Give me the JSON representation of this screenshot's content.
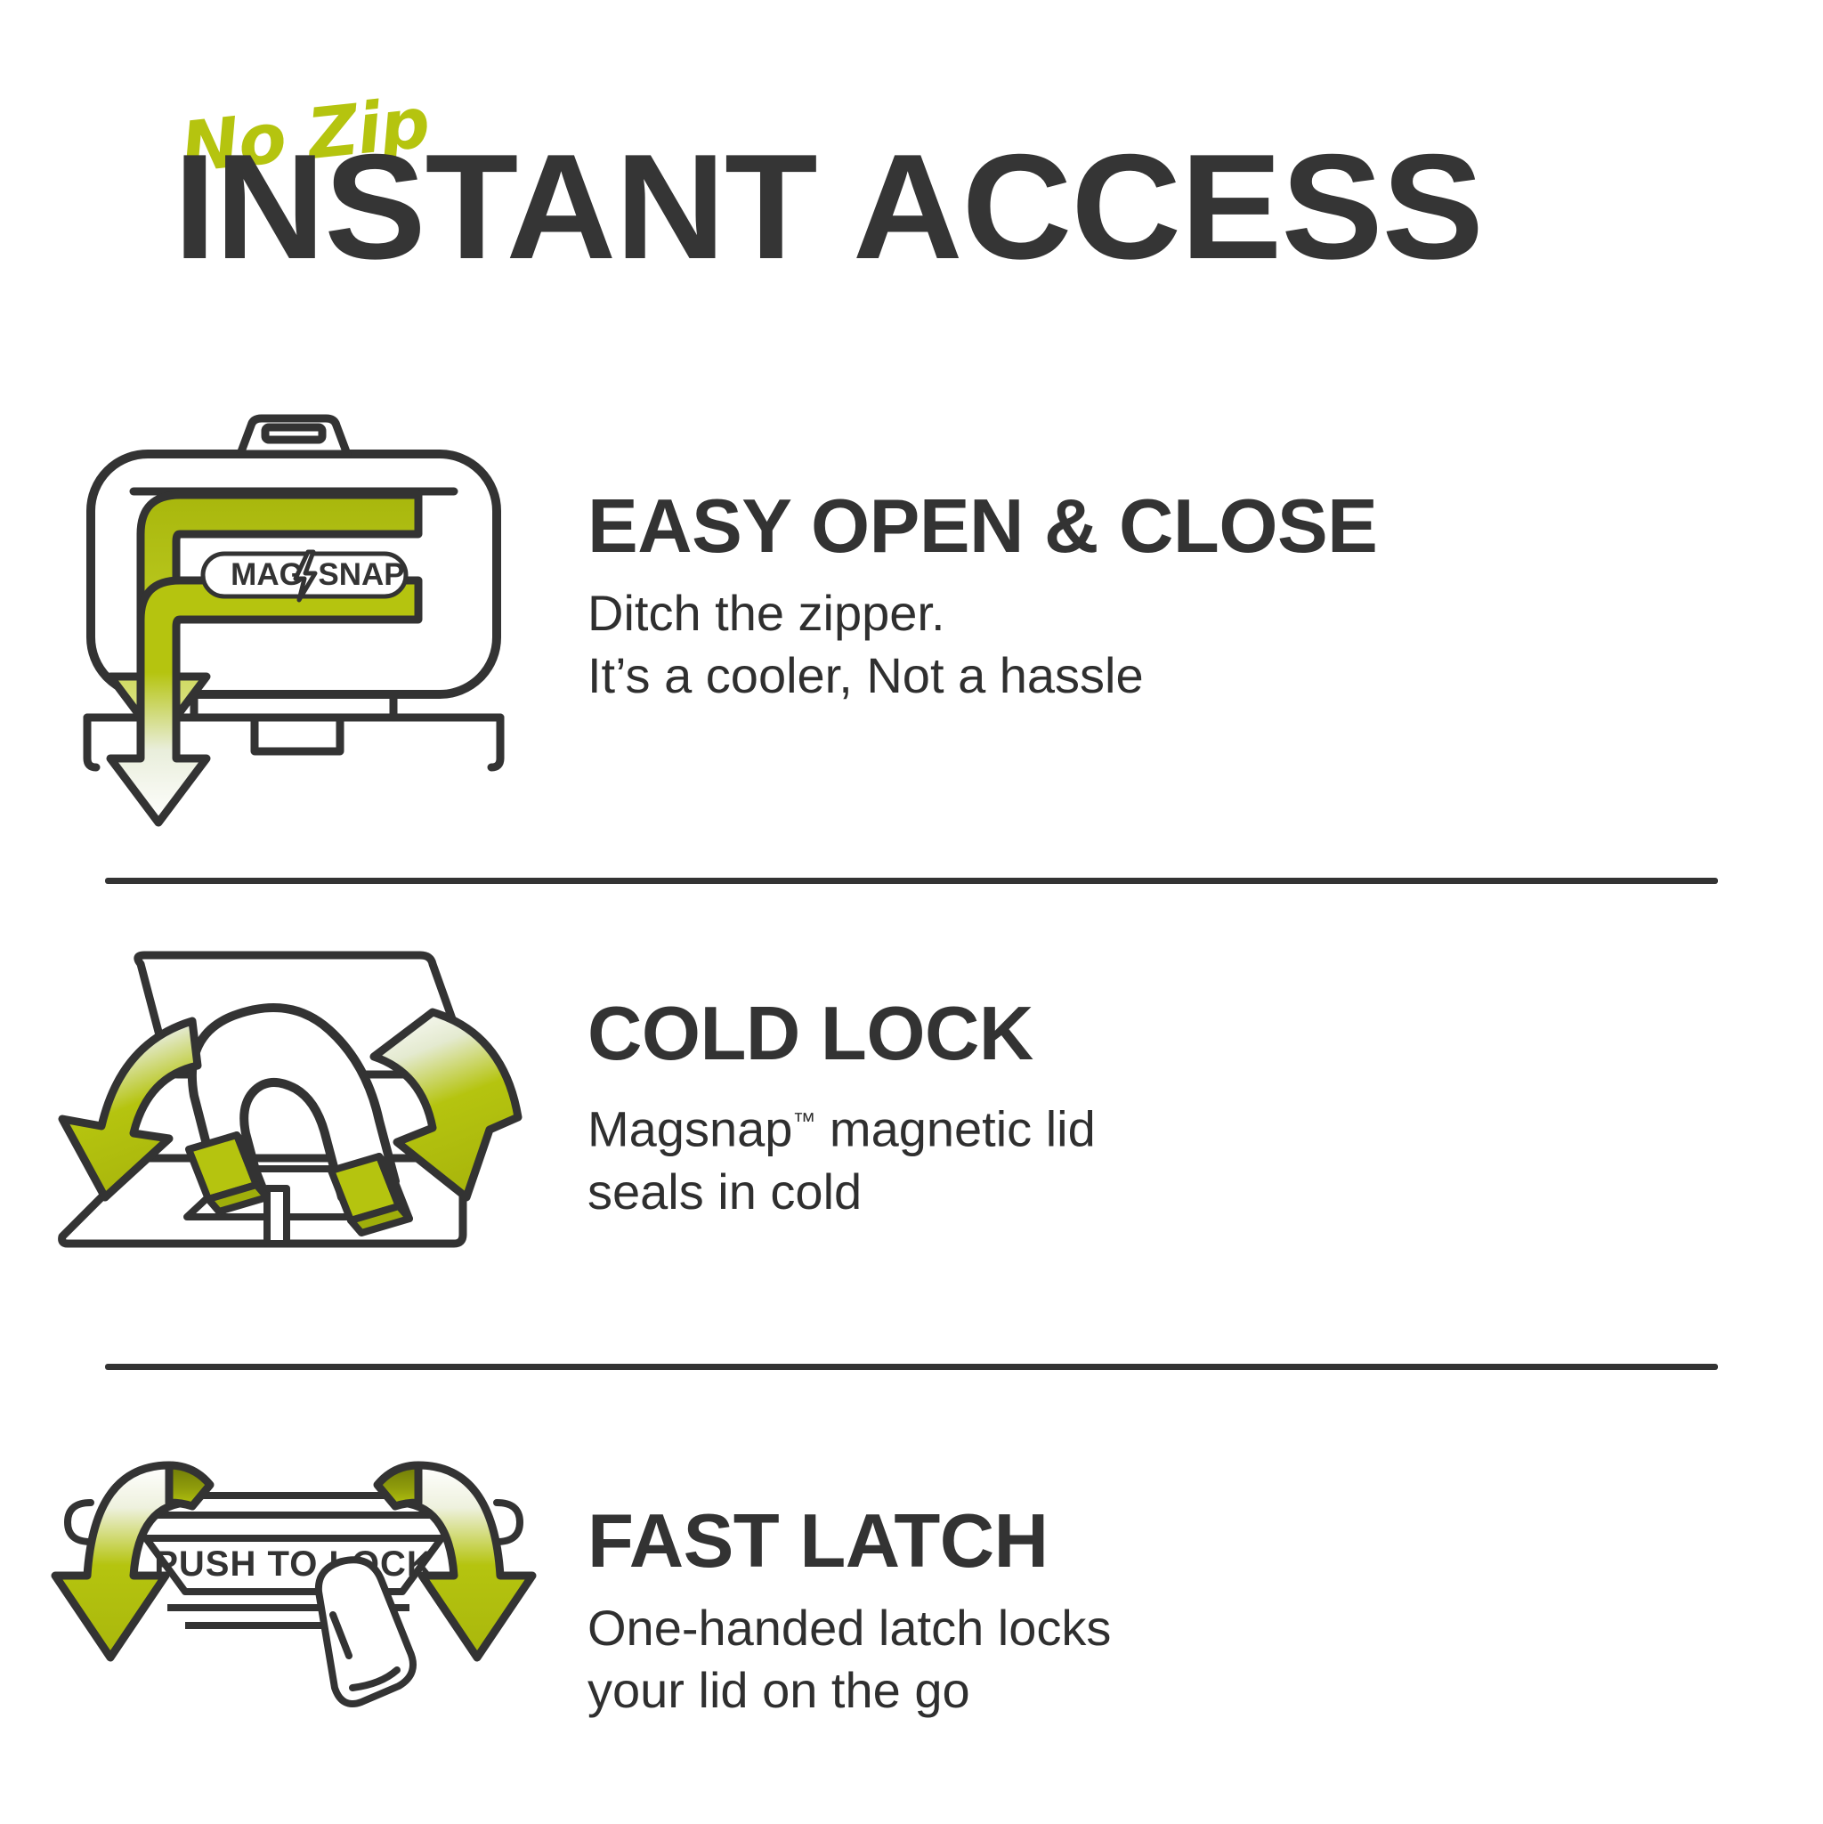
{
  "header": {
    "eyebrow": "No Zip",
    "title": "INSTANT ACCESS",
    "eyebrow_color": "#b5c40f",
    "title_color": "#353535"
  },
  "theme": {
    "green": "#b5c40f",
    "green_dark": "#8d9a0a",
    "ink": "#333333",
    "background": "#ffffff"
  },
  "sections": [
    {
      "id": "easy-open-close",
      "title": "EASY OPEN & CLOSE",
      "body_line1": "Ditch the zipper.",
      "body_line2": "It’s a cooler, Not a hassle",
      "icon": "cooler-magsnap-icon",
      "icon_badge": {
        "left": "MAG",
        "bolt": "lightning-bolt-icon",
        "right": "SNAP"
      }
    },
    {
      "id": "cold-lock",
      "title": "COLD LOCK",
      "body_line1": "Magsnap",
      "body_tm": "™",
      "body_line1_rest": " magnetic lid",
      "body_line2": "seals in cold",
      "icon": "horseshoe-magnet-lid-icon"
    },
    {
      "id": "fast-latch",
      "title": "FAST LATCH",
      "body_line1": "One-handed latch locks",
      "body_line2": "your lid on the go",
      "icon": "push-to-lock-latch-icon",
      "icon_label": "PUSH TO LOCK"
    }
  ],
  "dividers": 2
}
